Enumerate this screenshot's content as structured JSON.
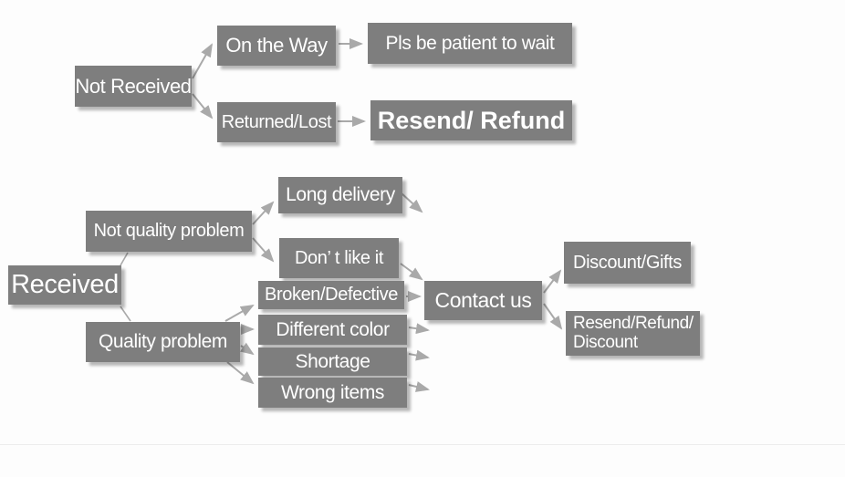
{
  "diagram": {
    "colors": {
      "box_fill": "#7e7e7e",
      "box_text": "#ffffff",
      "arrow": "#a9a9a9",
      "background": "#fdfdfd"
    },
    "nodes": {
      "not_received": "Not Received",
      "on_the_way": "On the Way",
      "pls_wait": "Pls be patient to wait",
      "returned_lost": "Returned/Lost",
      "resend_refund": "Resend/ Refund",
      "received": "Received",
      "not_quality_problem": "Not quality problem",
      "long_delivery": "Long delivery",
      "dont_like_it": "Don’ t like it",
      "broken_defective": "Broken/Defective",
      "different_color": "Different color",
      "shortage": "Shortage",
      "wrong_items": "Wrong items",
      "quality_problem": "Quality problem",
      "contact_us": "Contact us",
      "discount_gifts": "Discount/Gifts",
      "resend_refund_discount_line1": "Resend/Refund/",
      "resend_refund_discount_line2": "Discount"
    }
  }
}
